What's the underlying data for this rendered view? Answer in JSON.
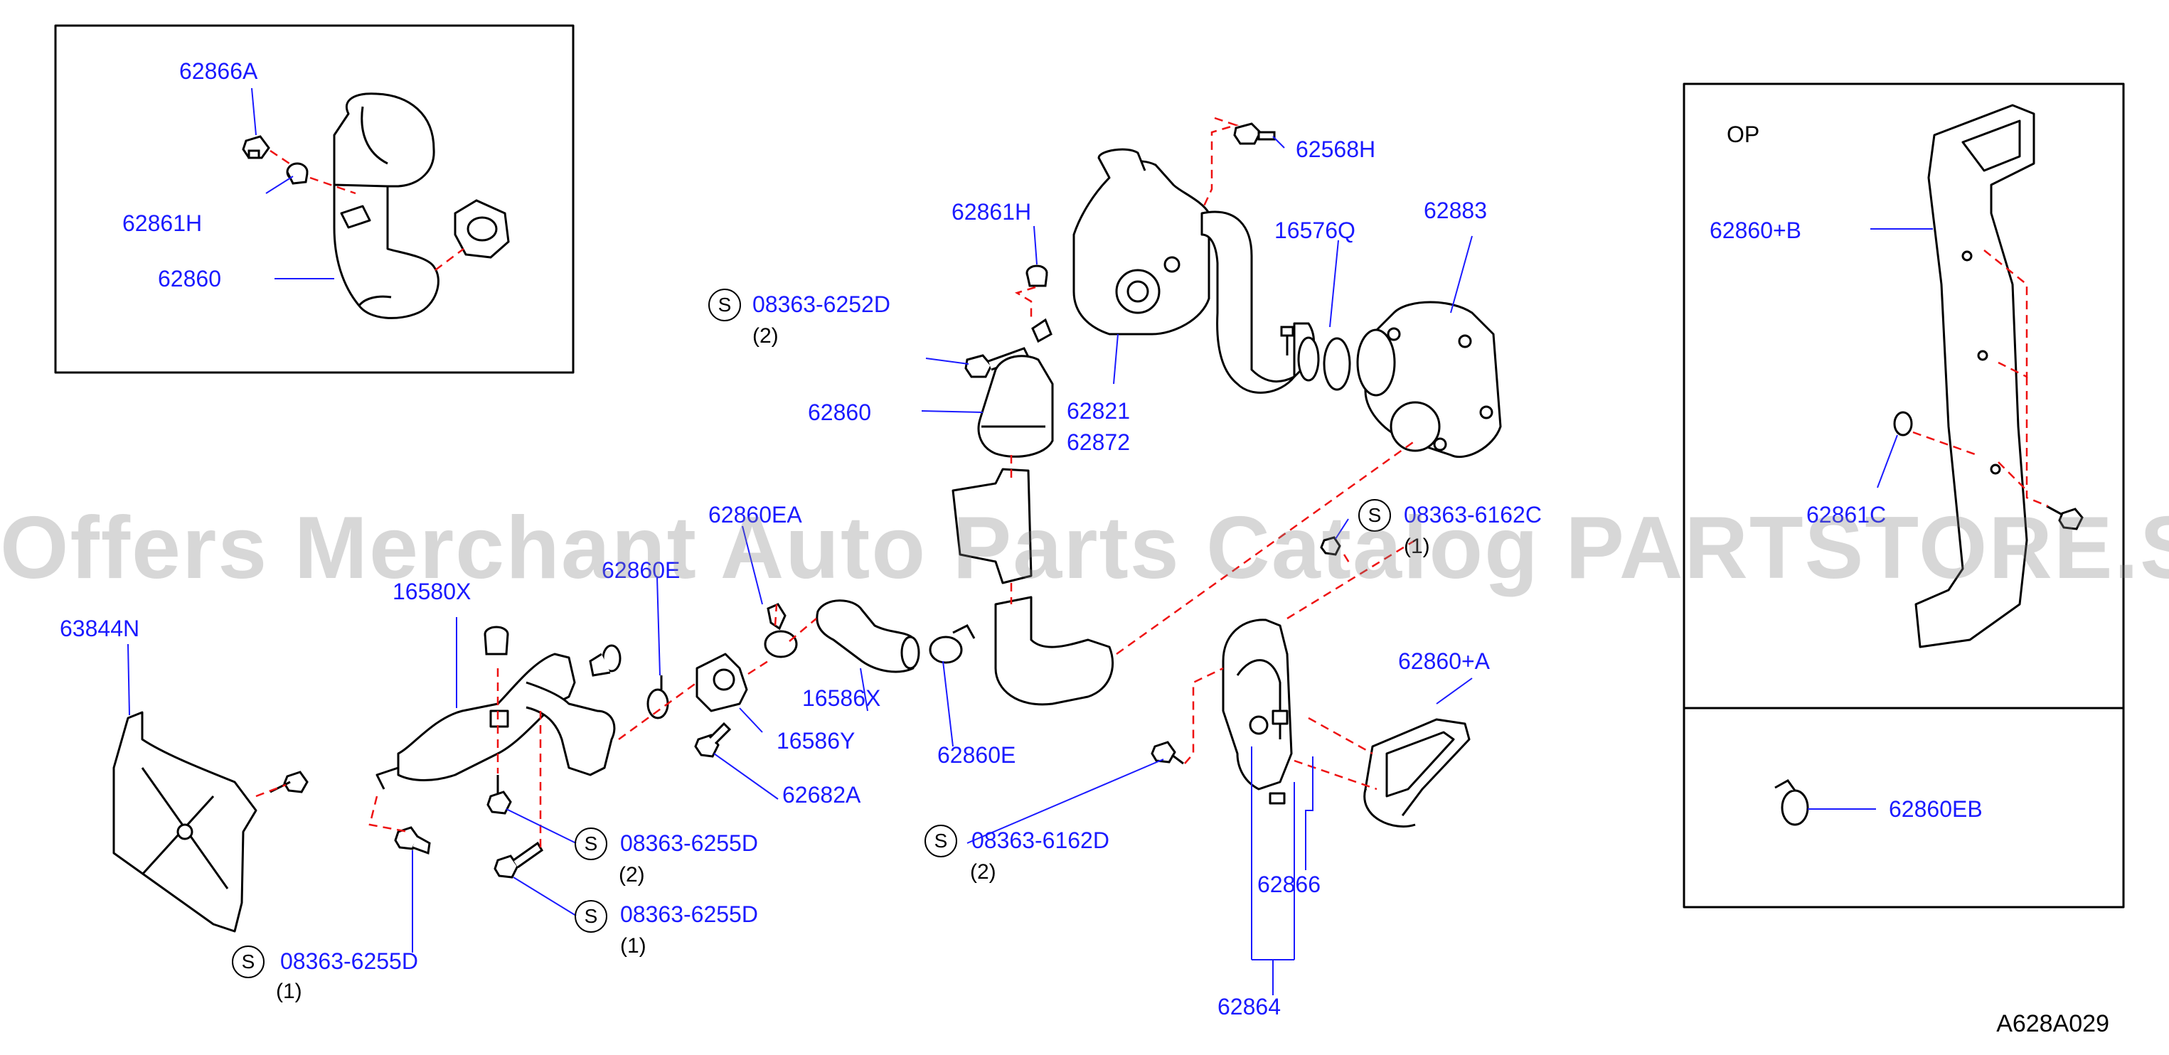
{
  "watermark": "Offers Merchant Auto Parts Catalog PARTSTORE.SA",
  "diagram_code": "A628A029",
  "option_label": "OP",
  "s_symbol": "S",
  "labels": {
    "p62866A": "62866A",
    "p62861H_inset": "62861H",
    "p62860_inset": "62860",
    "p62568H": "62568H",
    "p62861H": "62861H",
    "p16576Q": "16576Q",
    "p62883": "62883",
    "p08363_6252D": "08363-6252D",
    "p08363_6252D_qty": "(2)",
    "p62860": "62860",
    "p62821": "62821",
    "p62872": "62872",
    "p62860EA": "62860EA",
    "p08363_6162C": "08363-6162C",
    "p08363_6162C_qty": "(1)",
    "p62860E_upper": "62860E",
    "p16580X": "16580X",
    "p63844N": "63844N",
    "p16586X": "16586X",
    "p16586Y": "16586Y",
    "p62860E": "62860E",
    "p62682A": "62682A",
    "p08363_6255D_a": "08363-6255D",
    "p08363_6255D_a_qty": "(2)",
    "p08363_6255D_b": "08363-6255D",
    "p08363_6255D_b_qty": "(1)",
    "p08363_6255D_c": "08363-6255D",
    "p08363_6255D_c_qty": "(1)",
    "p08363_6162D": "08363-6162D",
    "p08363_6162D_qty": "(2)",
    "p62860A": "62860+A",
    "p62866": "62866",
    "p62864": "62864",
    "p62860B": "62860+B",
    "p62861C": "62861C",
    "p62860EB": "62860EB"
  }
}
